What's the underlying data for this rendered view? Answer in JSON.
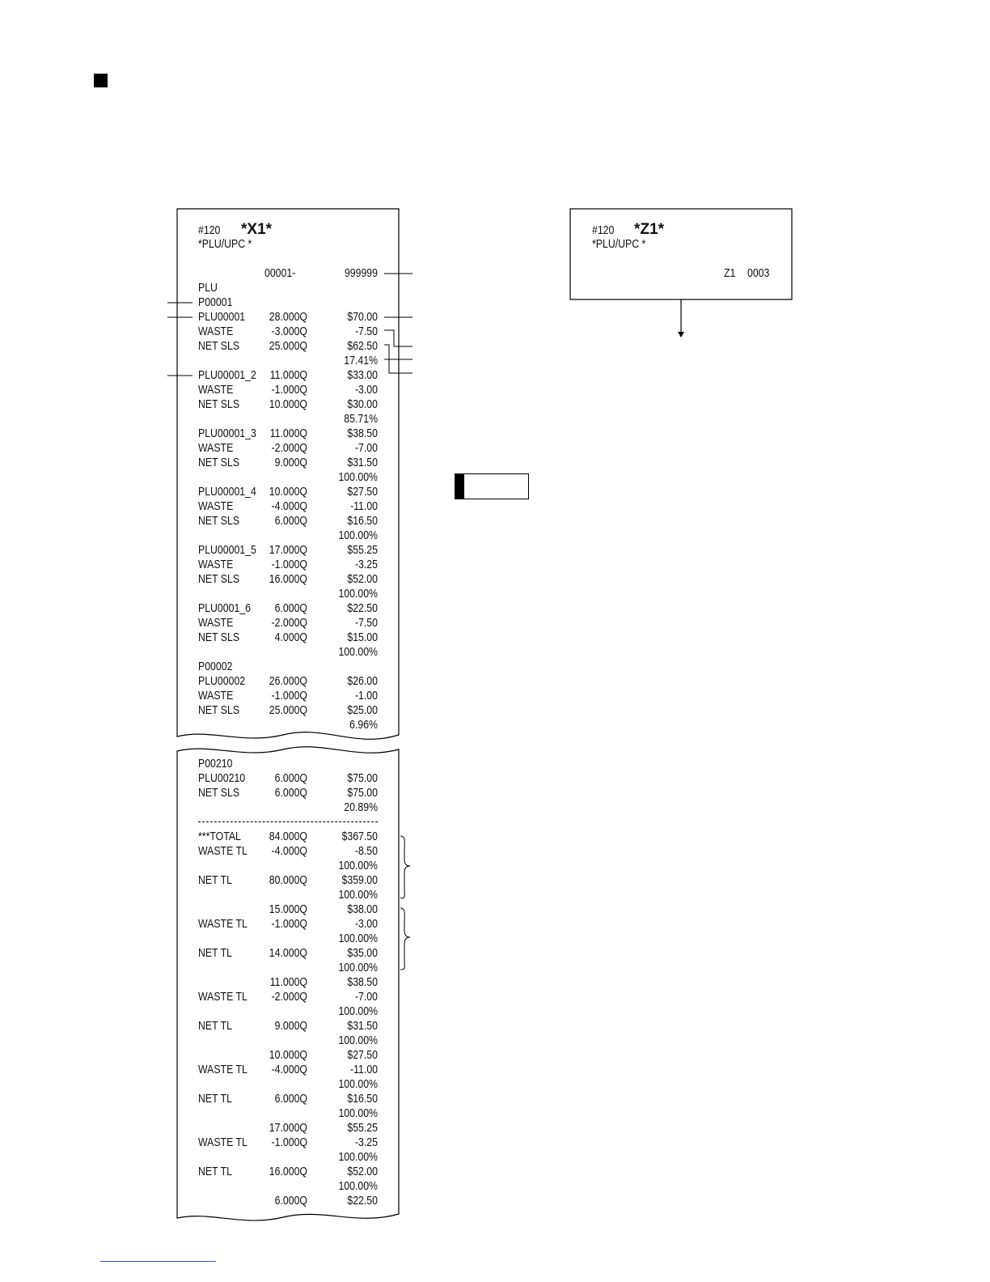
{
  "x_report": {
    "header_id": "#120",
    "header_mode": "*X1*",
    "header_title": "*PLU/UPC *",
    "range_from": "00001-",
    "range_to": "999999",
    "range_label": "PLU",
    "groups_top": [
      {
        "code": "P00001",
        "rows": [
          {
            "label": "PLU00001",
            "qty": "28.000Q",
            "amt": "$70.00"
          },
          {
            "label": "WASTE",
            "qty": "-3.000Q",
            "amt": "-7.50"
          },
          {
            "label": "NET SLS",
            "qty": "25.000Q",
            "amt": "$62.50"
          },
          {
            "label": "",
            "qty": "",
            "amt": "17.41%"
          },
          {
            "label": "PLU00001_2",
            "qty": "11.000Q",
            "amt": "$33.00"
          },
          {
            "label": "WASTE",
            "qty": "-1.000Q",
            "amt": "-3.00"
          },
          {
            "label": "NET SLS",
            "qty": "10.000Q",
            "amt": "$30.00"
          },
          {
            "label": "",
            "qty": "",
            "amt": "85.71%"
          },
          {
            "label": "PLU00001_3",
            "qty": "11.000Q",
            "amt": "$38.50"
          },
          {
            "label": "WASTE",
            "qty": "-2.000Q",
            "amt": "-7.00"
          },
          {
            "label": "NET SLS",
            "qty": "9.000Q",
            "amt": "$31.50"
          },
          {
            "label": "",
            "qty": "",
            "amt": "100.00%"
          },
          {
            "label": "PLU00001_4",
            "qty": "10.000Q",
            "amt": "$27.50"
          },
          {
            "label": "WASTE",
            "qty": "-4.000Q",
            "amt": "-11.00"
          },
          {
            "label": "NET SLS",
            "qty": "6.000Q",
            "amt": "$16.50"
          },
          {
            "label": "",
            "qty": "",
            "amt": "100.00%"
          },
          {
            "label": "PLU00001_5",
            "qty": "17.000Q",
            "amt": "$55.25"
          },
          {
            "label": "WASTE",
            "qty": "-1.000Q",
            "amt": "-3.25"
          },
          {
            "label": "NET SLS",
            "qty": "16.000Q",
            "amt": "$52.00"
          },
          {
            "label": "",
            "qty": "",
            "amt": "100.00%"
          },
          {
            "label": "PLU0001_6",
            "qty": "6.000Q",
            "amt": "$22.50"
          },
          {
            "label": "WASTE",
            "qty": "-2.000Q",
            "amt": "-7.50"
          },
          {
            "label": "NET SLS",
            "qty": "4.000Q",
            "amt": "$15.00"
          },
          {
            "label": "",
            "qty": "",
            "amt": "100.00%"
          }
        ]
      },
      {
        "code": "P00002",
        "rows": [
          {
            "label": "PLU00002",
            "qty": "26.000Q",
            "amt": "$26.00"
          },
          {
            "label": "WASTE",
            "qty": "-1.000Q",
            "amt": "-1.00"
          },
          {
            "label": "NET SLS",
            "qty": "25.000Q",
            "amt": "$25.00"
          },
          {
            "label": "",
            "qty": "",
            "amt": "6.96%"
          }
        ]
      }
    ],
    "group_bottom": {
      "code": "P00210",
      "rows": [
        {
          "label": "PLU00210",
          "qty": "6.000Q",
          "amt": "$75.00"
        },
        {
          "label": "NET SLS",
          "qty": "6.000Q",
          "amt": "$75.00"
        },
        {
          "label": "",
          "qty": "",
          "amt": "20.89%"
        }
      ]
    },
    "totals": [
      {
        "label": "***TOTAL",
        "qty": "84.000Q",
        "amt": "$367.50"
      },
      {
        "label": "WASTE TL",
        "qty": "-4.000Q",
        "amt": "-8.50"
      },
      {
        "label": "",
        "qty": "",
        "amt": "100.00%"
      },
      {
        "label": "NET TL",
        "qty": "80.000Q",
        "amt": "$359.00"
      },
      {
        "label": "",
        "qty": "",
        "amt": "100.00%"
      },
      {
        "label": "",
        "qty": "15.000Q",
        "amt": "$38.00"
      },
      {
        "label": "WASTE TL",
        "qty": "-1.000Q",
        "amt": "-3.00"
      },
      {
        "label": "",
        "qty": "",
        "amt": "100.00%"
      },
      {
        "label": "NET TL",
        "qty": "14.000Q",
        "amt": "$35.00"
      },
      {
        "label": "",
        "qty": "",
        "amt": "100.00%"
      },
      {
        "label": "",
        "qty": "11.000Q",
        "amt": "$38.50"
      },
      {
        "label": "WASTE TL",
        "qty": "-2.000Q",
        "amt": "-7.00"
      },
      {
        "label": "",
        "qty": "",
        "amt": "100.00%"
      },
      {
        "label": "NET TL",
        "qty": "9.000Q",
        "amt": "$31.50"
      },
      {
        "label": "",
        "qty": "",
        "amt": "100.00%"
      },
      {
        "label": "",
        "qty": "10.000Q",
        "amt": "$27.50"
      },
      {
        "label": "WASTE TL",
        "qty": "-4.000Q",
        "amt": "-11.00"
      },
      {
        "label": "",
        "qty": "",
        "amt": "100.00%"
      },
      {
        "label": "NET TL",
        "qty": "6.000Q",
        "amt": "$16.50"
      },
      {
        "label": "",
        "qty": "",
        "amt": "100.00%"
      },
      {
        "label": "",
        "qty": "17.000Q",
        "amt": "$55.25"
      },
      {
        "label": "WASTE TL",
        "qty": "-1.000Q",
        "amt": "-3.25"
      },
      {
        "label": "",
        "qty": "",
        "amt": "100.00%"
      },
      {
        "label": "NET TL",
        "qty": "16.000Q",
        "amt": "$52.00"
      },
      {
        "label": "",
        "qty": "",
        "amt": "100.00%"
      },
      {
        "label": "",
        "qty": "6.000Q",
        "amt": "$22.50"
      }
    ]
  },
  "z_report": {
    "header_id": "#120",
    "header_mode": "*Z1*",
    "header_title": "*PLU/UPC *",
    "counter_label": "Z1",
    "counter_value": "0003"
  }
}
